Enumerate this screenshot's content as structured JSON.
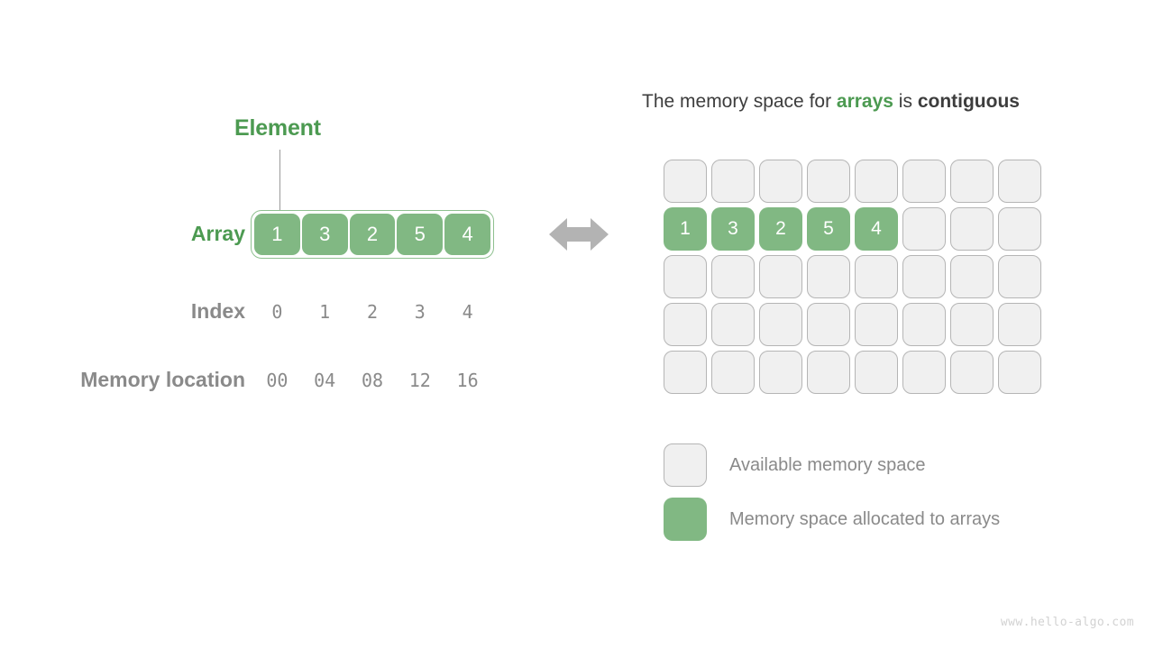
{
  "left": {
    "element_label": "Element",
    "array_label": "Array",
    "index_label": "Index",
    "memory_label": "Memory location",
    "array_values": [
      "1",
      "3",
      "2",
      "5",
      "4"
    ],
    "index_values": [
      "0",
      "1",
      "2",
      "3",
      "4"
    ],
    "memory_values": [
      "00",
      "04",
      "08",
      "12",
      "16"
    ]
  },
  "arrow": {
    "icon": "double-headed-horizontal-arrow-icon",
    "color": "#b3b3b3"
  },
  "right": {
    "heading": {
      "part1": "The memory space for ",
      "highlight": "arrays",
      "part2": " is ",
      "bold": "contiguous"
    },
    "grid": {
      "columns": 8,
      "rows": 5,
      "filled_row_index": 1,
      "filled_values": [
        "1",
        "3",
        "2",
        "5",
        "4"
      ]
    },
    "legend": [
      {
        "swatch": "empty",
        "label": "Available memory space"
      },
      {
        "swatch": "filled",
        "label": "Memory space allocated to arrays"
      }
    ]
  },
  "footer": {
    "watermark": "www.hello-algo.com"
  },
  "colors": {
    "green_fill": "#81b883",
    "green_text": "#4c9a51",
    "gray_text": "#8a8a8a",
    "cell_empty": "#f0f0f0",
    "cell_border": "#b5b5b5",
    "heading_text": "#3d3d3d",
    "arrow": "#b3b3b3",
    "watermark": "#d2d2d2"
  }
}
